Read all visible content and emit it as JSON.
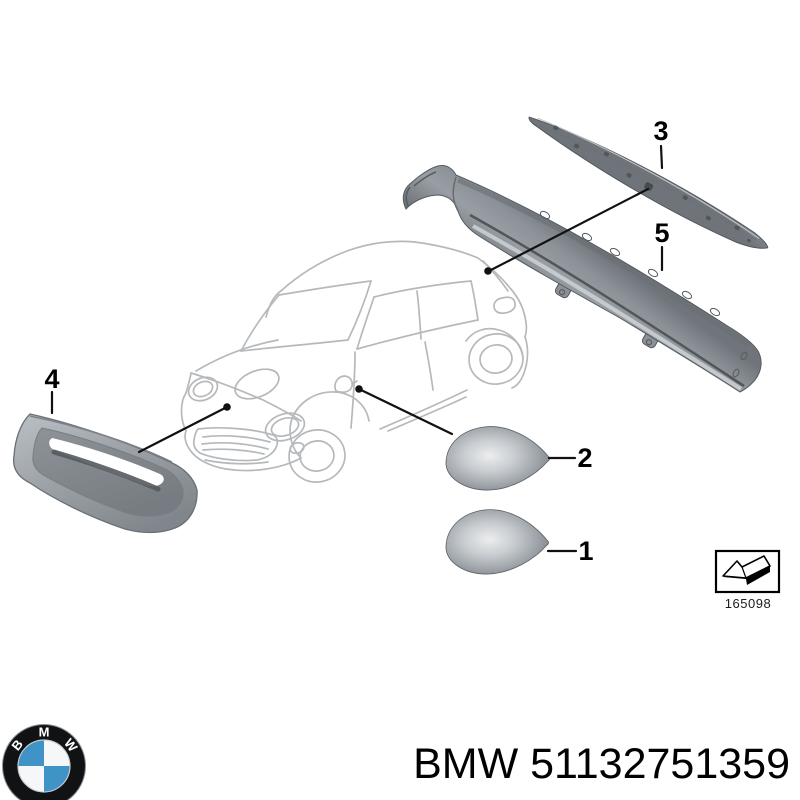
{
  "diagram": {
    "callouts": [
      "1",
      "2",
      "3",
      "4",
      "5"
    ],
    "stamp_code": "165098",
    "footer": {
      "part_number": "BMW 51132751359",
      "logo_letters": [
        "B",
        "M",
        "W"
      ]
    },
    "colors": {
      "background": "#ffffff",
      "part_fill": "#8f959b",
      "part_shadow": "#5f656a",
      "part_highlight": "#d5dadd",
      "car_outline": "#b6b9bc",
      "leader_line": "#111111",
      "bmw_blue": "#3f93c7",
      "text": "#000000"
    }
  }
}
